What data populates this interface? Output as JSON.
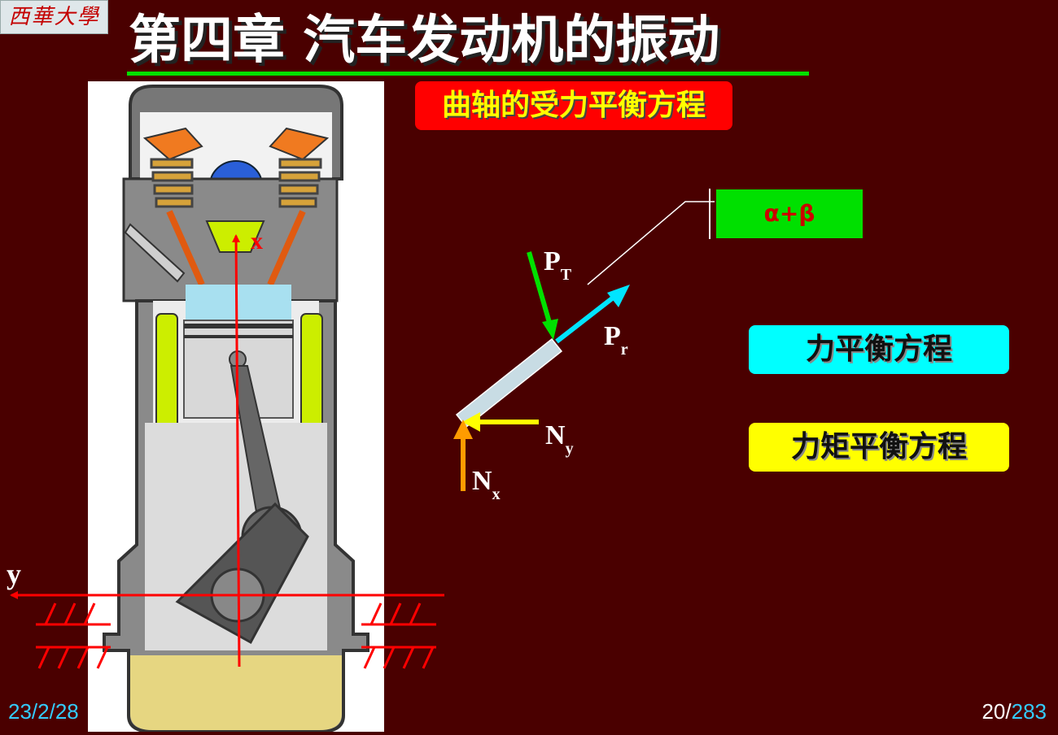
{
  "logo_text": "西華大學",
  "title": "第四章  汽车发动机的振动",
  "subtitle": "曲轴的受力平衡方程",
  "angle_label": "α+β",
  "forces": {
    "pt": {
      "main": "P",
      "sub": "T"
    },
    "pr": {
      "main": "P",
      "sub": "r"
    },
    "ny": {
      "main": "N",
      "sub": "y"
    },
    "nx": {
      "main": "N",
      "sub": "x"
    }
  },
  "axes": {
    "x": "x",
    "y": "y"
  },
  "equations": {
    "force_balance": "力平衡方程",
    "moment_balance": "力矩平衡方程"
  },
  "footer": {
    "date": "23/2/28",
    "page_current": "20",
    "page_separator": "/",
    "page_total": "283"
  },
  "colors": {
    "background": "#4a0000",
    "title_underline": "#00e000",
    "subtitle_bg": "#ff0000",
    "force_box": "#00ffff",
    "moment_box": "#ffff00",
    "angle_box": "#00e000"
  }
}
